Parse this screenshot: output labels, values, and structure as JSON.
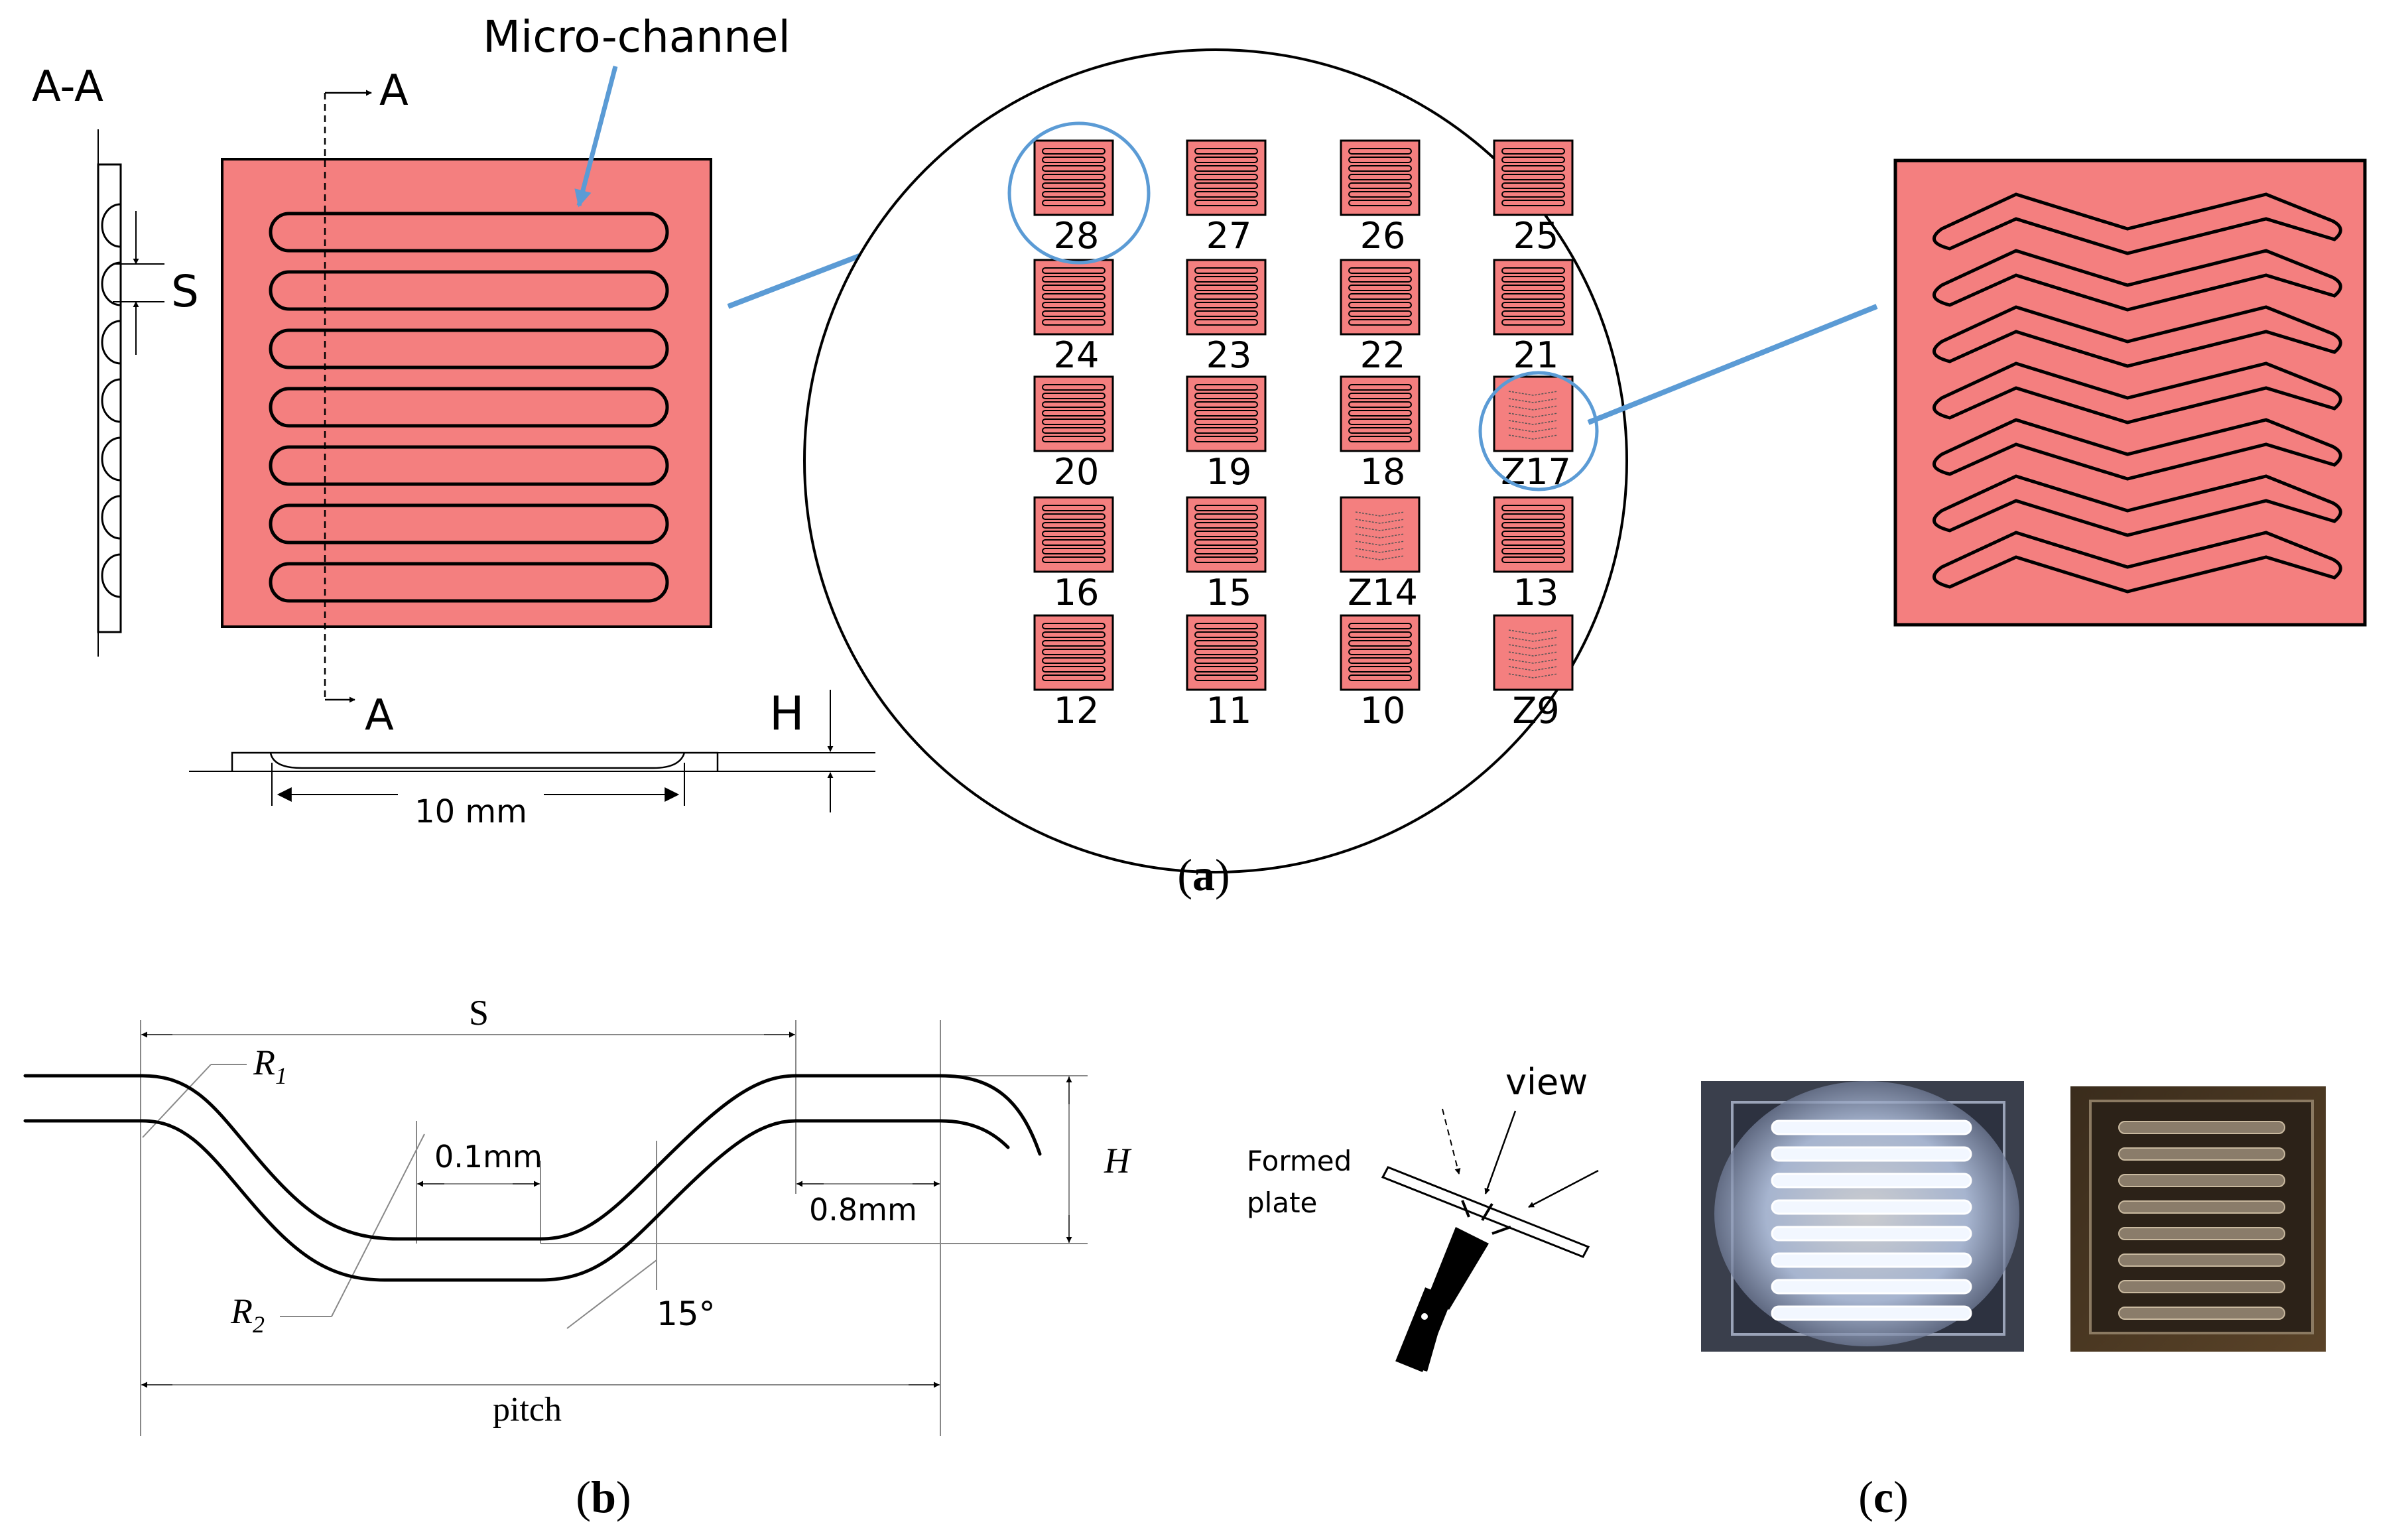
{
  "colors": {
    "chip_fill": "#f47f7f",
    "leader_line": "#5b9bd5",
    "outline": "#000000",
    "dim_line": "#888888",
    "photo_bg_left": "#3a3f4c",
    "photo_bg_right": "#4a3a25",
    "glow": "#e6f0ff"
  },
  "panel_a": {
    "section_label": "A-A",
    "cut_label_top": "A",
    "cut_label_bottom": "A",
    "pitch_label": "S",
    "height_label": "H",
    "length_label": "10 mm",
    "callout": "Micro-channel",
    "caption_open": "(",
    "caption_letter": "a",
    "caption_close": ")",
    "chips": [
      {
        "label": "28",
        "kind": "straight"
      },
      {
        "label": "27",
        "kind": "straight"
      },
      {
        "label": "26",
        "kind": "straight"
      },
      {
        "label": "25",
        "kind": "straight"
      },
      {
        "label": "24",
        "kind": "straight"
      },
      {
        "label": "23",
        "kind": "straight"
      },
      {
        "label": "22",
        "kind": "straight"
      },
      {
        "label": "21",
        "kind": "straight"
      },
      {
        "label": "20",
        "kind": "straight"
      },
      {
        "label": "19",
        "kind": "straight"
      },
      {
        "label": "18",
        "kind": "straight"
      },
      {
        "label": "Z17",
        "kind": "zigzag"
      },
      {
        "label": "16",
        "kind": "straight"
      },
      {
        "label": "15",
        "kind": "straight"
      },
      {
        "label": "Z14",
        "kind": "zigzag"
      },
      {
        "label": "13",
        "kind": "straight"
      },
      {
        "label": "12",
        "kind": "straight"
      },
      {
        "label": "11",
        "kind": "straight"
      },
      {
        "label": "10",
        "kind": "straight"
      },
      {
        "label": "Z9",
        "kind": "zigzag"
      }
    ]
  },
  "panel_b": {
    "pitch_s": "S",
    "r1_base": "R",
    "r1_sub": "1",
    "r2_base": "R",
    "r2_sub": "2",
    "height": "H",
    "flat_width": "0.1mm",
    "top_width": "0.8mm",
    "angle": "15°",
    "pitch": "pitch",
    "caption_open": "(",
    "caption_letter": "b",
    "caption_close": ")"
  },
  "panel_c": {
    "view_label": "view",
    "plate_line1": "Formed",
    "plate_line2": "plate",
    "caption_open": "(",
    "caption_letter": "c",
    "caption_close": ")"
  }
}
